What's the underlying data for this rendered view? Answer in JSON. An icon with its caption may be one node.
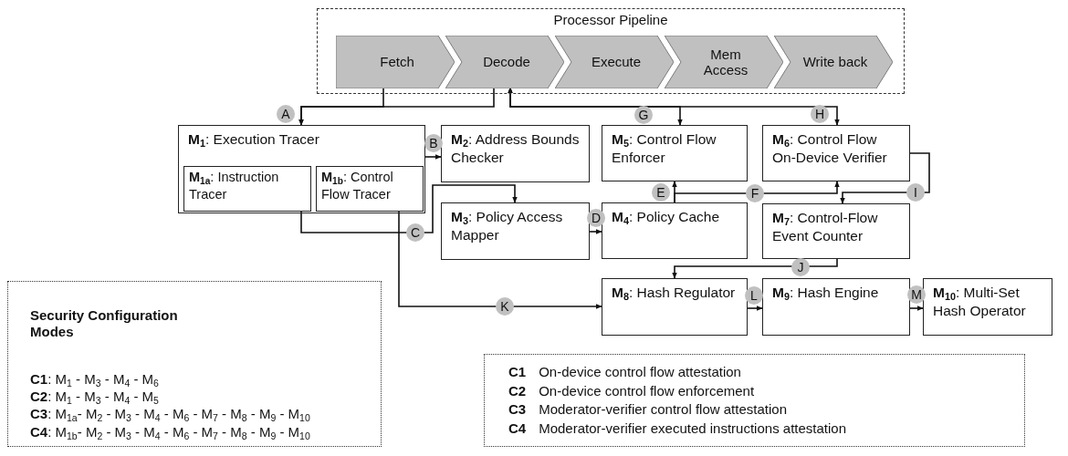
{
  "diagram": {
    "nodes": [
      {
        "text": [
          "Processor Pipeline"
        ]
      },
      {
        "text": [
          "Fetch"
        ],
        "in": 0
      },
      {
        "text": [
          "Decode"
        ],
        "in": 0
      },
      {
        "text": [
          "Execute"
        ],
        "in": 0
      },
      {
        "text": [
          "Mem Access"
        ],
        "in": 0
      },
      {
        "text": [
          "Write back"
        ],
        "in": 0
      },
      {
        "text": [
          "**M**$_{1}$: Execution Tracer"
        ]
      },
      {
        "text": [
          "**M**$_{1a}$: Instruction Tracer"
        ],
        "in": 6
      },
      {
        "text": [
          "**M**$_{1b}$: Control Flow Tracer"
        ],
        "in": 6
      },
      {
        "text": [
          "**M**$_{2}$: Address Bounds Checker"
        ]
      },
      {
        "text": [
          "**M**$_{5}$: Control Flow Enforcer"
        ]
      },
      {
        "text": [
          "**M**$_{6}$: Control Flow On-Device Verifier"
        ]
      },
      {
        "text": [
          "**M**$_{3}$: Policy Access Mapper"
        ]
      },
      {
        "text": [
          "**M**$_{4}$: Policy Cache"
        ]
      },
      {
        "text": [
          "**M**$_{7}$: Control-Flow Event Counter"
        ]
      },
      {
        "text": [
          "**M**$_{8}$: Hash Regulator"
        ]
      },
      {
        "text": [
          "**M**$_{9}$: Hash Engine"
        ]
      },
      {
        "text": [
          "**M**$_{10}$: Multi-Set Hash Operator"
        ]
      },
      {
        "text": [
          "Security Configuration Modes",
          "**C1**: M$_{1}$ - M$_{3}$ - M$_{4}$ - M$_{6}$",
          "**C2**: M$_{1}$ - M$_{3}$ - M$_{4}$ - M$_{5}$",
          "**C3**: M$_{1a}$- M$_{2}$ - M$_{3}$ - M$_{4}$ - M$_{6}$ - M$_{7}$ - M$_{8}$ - M$_{9}$ - M$_{10}$",
          "**C4**: M$_{1b}$- M$_{2}$ - M$_{3}$ - M$_{4}$ - M$_{6}$ - M$_{7}$ - M$_{8}$ - M$_{9}$ - M$_{10}$"
        ]
      },
      {
        "text": [
          "C1",
          "On-device control flow attestation",
          "C2",
          "On-device control flow enforcement",
          "C3",
          "Moderator-verifier control flow attestation",
          "C4",
          "Moderator-verifier executed instructions attestation"
        ]
      }
    ],
    "edges": [
      {
        "from": 1,
        "to": 6,
        "arrow": "to",
        "label": "A"
      },
      {
        "from": 2,
        "to": 6,
        "arrow": "to"
      },
      {
        "from": 2,
        "to": 10,
        "arrow": "both",
        "label": "G"
      },
      {
        "from": 2,
        "to": 11,
        "arrow": "both",
        "label": "H"
      },
      {
        "from": 6,
        "to": 9,
        "arrow": "to",
        "label": "B"
      },
      {
        "from": 7,
        "to": 12,
        "arrow": "to",
        "label": "C"
      },
      {
        "from": 12,
        "to": 13,
        "arrow": "to",
        "label": "D"
      },
      {
        "from": 13,
        "to": 10,
        "arrow": "to",
        "label": "E"
      },
      {
        "from": 13,
        "to": 11,
        "arrow": "to",
        "label": "F"
      },
      {
        "from": 11,
        "to": 14,
        "arrow": "to",
        "label": "I"
      },
      {
        "from": 14,
        "to": 15,
        "arrow": "to",
        "label": "J"
      },
      {
        "from": 8,
        "to": 15,
        "arrow": "to",
        "label": "K"
      },
      {
        "from": 15,
        "to": 16,
        "arrow": "to",
        "label": "L"
      },
      {
        "from": 16,
        "to": 17,
        "arrow": "to",
        "label": "M"
      }
    ]
  }
}
